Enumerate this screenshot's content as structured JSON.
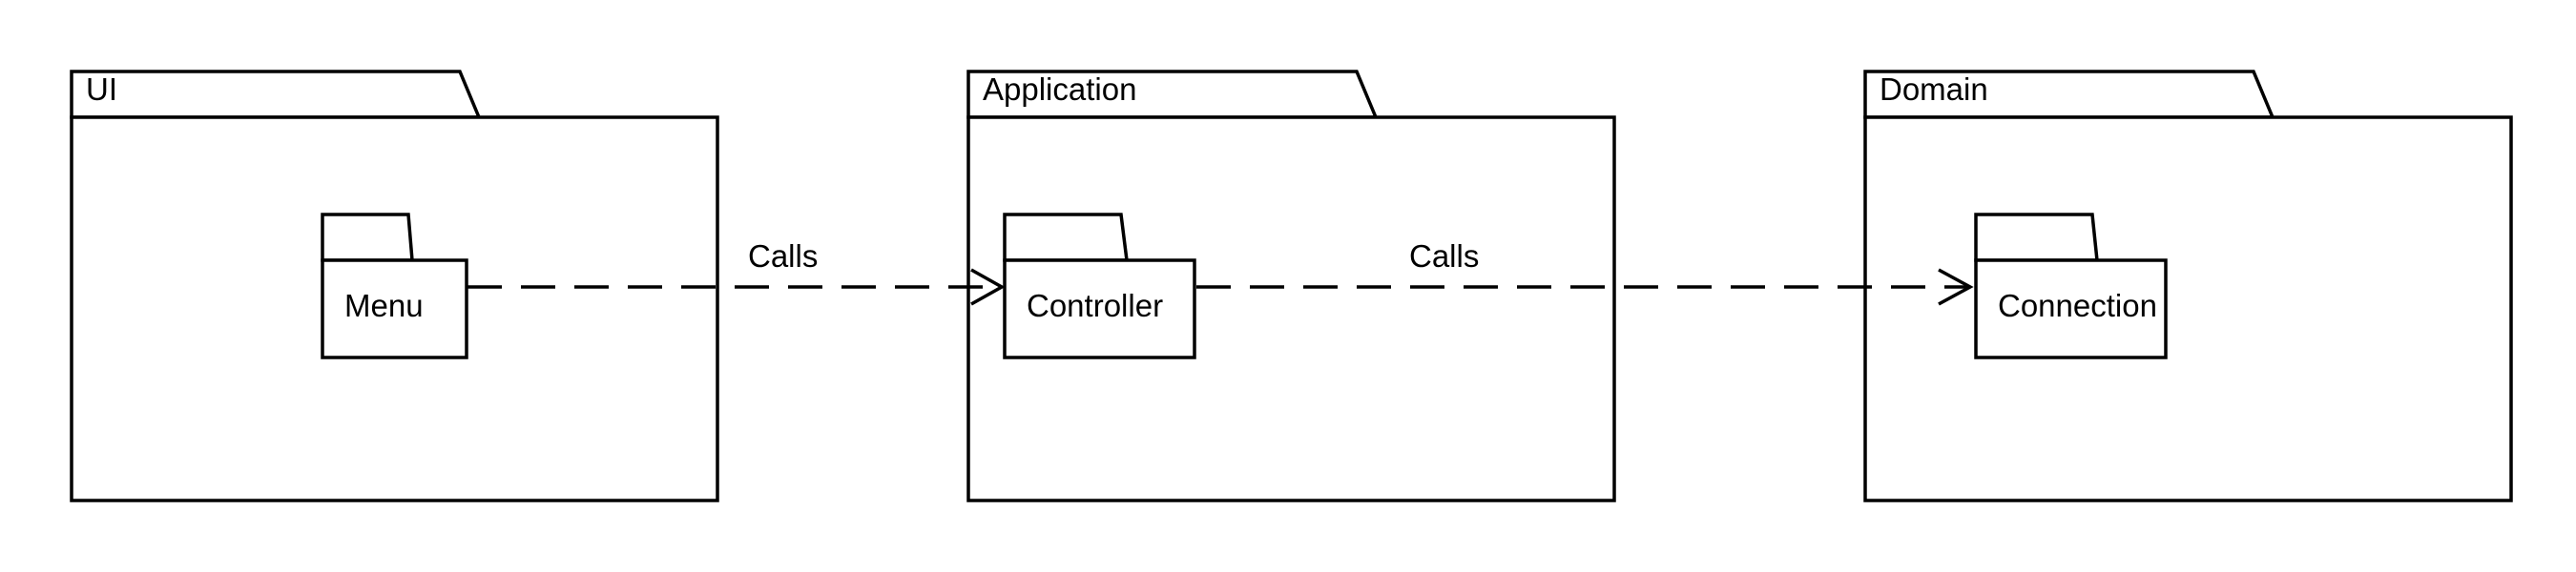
{
  "packages": [
    {
      "label": "UI",
      "subpackage": "Menu"
    },
    {
      "label": "Application",
      "subpackage": "Controller"
    },
    {
      "label": "Domain",
      "subpackage": "Connection"
    }
  ],
  "dependencies": [
    {
      "from": "Menu",
      "to": "Controller",
      "label": "Calls"
    },
    {
      "from": "Controller",
      "to": "Connection",
      "label": "Calls"
    }
  ]
}
